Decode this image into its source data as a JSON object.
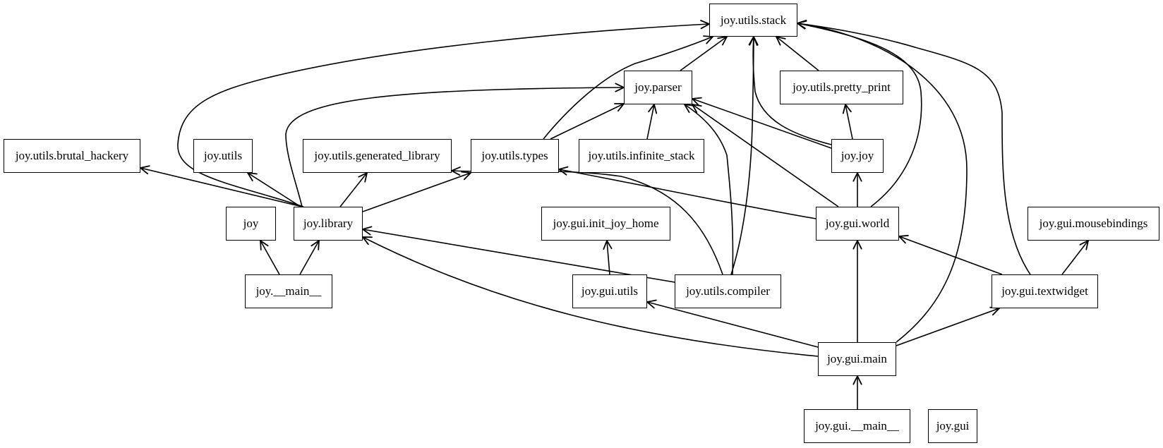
{
  "graph": {
    "nodes": [
      {
        "id": "stack",
        "label": "joy.utils.stack"
      },
      {
        "id": "parser",
        "label": "joy.parser"
      },
      {
        "id": "pretty_print",
        "label": "joy.utils.pretty_print"
      },
      {
        "id": "brutal",
        "label": "joy.utils.brutal_hackery"
      },
      {
        "id": "utils",
        "label": "joy.utils"
      },
      {
        "id": "generated",
        "label": "joy.utils.generated_library"
      },
      {
        "id": "types",
        "label": "joy.utils.types"
      },
      {
        "id": "infinite",
        "label": "joy.utils.infinite_stack"
      },
      {
        "id": "joyjoy",
        "label": "joy.joy"
      },
      {
        "id": "joy",
        "label": "joy"
      },
      {
        "id": "library",
        "label": "joy.library"
      },
      {
        "id": "init_home",
        "label": "joy.gui.init_joy_home"
      },
      {
        "id": "world",
        "label": "joy.gui.world"
      },
      {
        "id": "mousebindings",
        "label": "joy.gui.mousebindings"
      },
      {
        "id": "main",
        "label": "joy.__main__"
      },
      {
        "id": "gui_utils",
        "label": "joy.gui.utils"
      },
      {
        "id": "compiler",
        "label": "joy.utils.compiler"
      },
      {
        "id": "textwidget",
        "label": "joy.gui.textwidget"
      },
      {
        "id": "gui_main",
        "label": "joy.gui.main"
      },
      {
        "id": "gui_dunder_main",
        "label": "joy.gui.__main__"
      },
      {
        "id": "gui",
        "label": "joy.gui"
      }
    ],
    "edges": [
      {
        "from": "library",
        "to": "stack"
      },
      {
        "from": "library",
        "to": "parser"
      },
      {
        "from": "library",
        "to": "brutal"
      },
      {
        "from": "library",
        "to": "utils"
      },
      {
        "from": "library",
        "to": "generated"
      },
      {
        "from": "library",
        "to": "types"
      },
      {
        "from": "parser",
        "to": "stack"
      },
      {
        "from": "types",
        "to": "stack"
      },
      {
        "from": "types",
        "to": "parser"
      },
      {
        "from": "infinite",
        "to": "parser"
      },
      {
        "from": "pretty_print",
        "to": "stack"
      },
      {
        "from": "joyjoy",
        "to": "stack"
      },
      {
        "from": "joyjoy",
        "to": "parser"
      },
      {
        "from": "joyjoy",
        "to": "pretty_print"
      },
      {
        "from": "world",
        "to": "joyjoy"
      },
      {
        "from": "world",
        "to": "parser"
      },
      {
        "from": "world",
        "to": "types"
      },
      {
        "from": "world",
        "to": "stack"
      },
      {
        "from": "compiler",
        "to": "stack"
      },
      {
        "from": "compiler",
        "to": "parser"
      },
      {
        "from": "compiler",
        "to": "generated"
      },
      {
        "from": "compiler",
        "to": "library"
      },
      {
        "from": "main",
        "to": "joy"
      },
      {
        "from": "main",
        "to": "library"
      },
      {
        "from": "gui_utils",
        "to": "init_home"
      },
      {
        "from": "gui_main",
        "to": "library"
      },
      {
        "from": "gui_main",
        "to": "gui_utils"
      },
      {
        "from": "gui_main",
        "to": "world"
      },
      {
        "from": "gui_main",
        "to": "textwidget"
      },
      {
        "from": "gui_main",
        "to": "stack"
      },
      {
        "from": "textwidget",
        "to": "world"
      },
      {
        "from": "textwidget",
        "to": "mousebindings"
      },
      {
        "from": "textwidget",
        "to": "stack"
      },
      {
        "from": "gui_dunder_main",
        "to": "gui_main"
      }
    ]
  }
}
